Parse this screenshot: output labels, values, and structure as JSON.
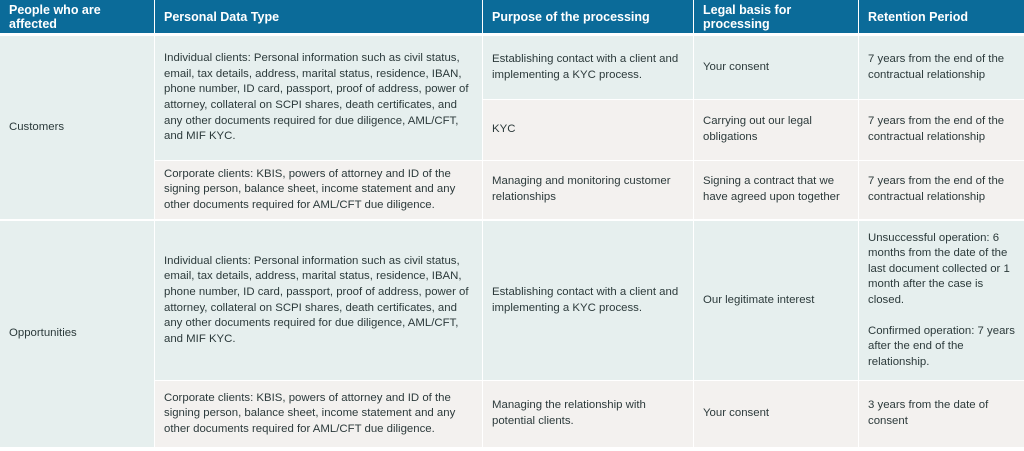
{
  "header": {
    "people": "People who are affected",
    "data_type": "Personal Data Type",
    "purpose": "Purpose of the processing",
    "legal": "Legal basis for processing",
    "retention": "Retention Period"
  },
  "groups": [
    {
      "name": "Customers",
      "data_types": [
        "Individual clients: Personal information such as civil status, email, tax details, address, marital status, residence, IBAN, phone number, ID card, passport, proof of address, power of attorney, collateral on SCPI shares, death certificates, and any other documents required for due diligence, AML/CFT, and MIF KYC.",
        "Corporate clients: KBIS, powers of attorney and ID of the signing person, balance sheet, income statement and any other documents required for AML/CFT due diligence."
      ],
      "rows": [
        {
          "purpose": "Establishing contact with a client and implementing a KYC process.",
          "legal": "Your consent",
          "retention": "7 years from the end of the contractual relationship"
        },
        {
          "purpose": "KYC",
          "legal": "Carrying out our legal obligations",
          "retention": "7 years from the end of the contractual relationship"
        },
        {
          "purpose": "Managing and monitoring customer relationships",
          "legal": "Signing a contract that we have agreed upon together",
          "retention": "7 years from the end of the contractual relationship"
        }
      ]
    },
    {
      "name": "Opportunities",
      "rows": [
        {
          "data_type": "Individual clients: Personal information such as civil status, email, tax details, address, marital status, residence, IBAN, phone number, ID card, passport, proof of address, power of attorney, collateral on SCPI shares, death certificates, and any other documents required for due diligence, AML/CFT, and MIF KYC.",
          "purpose": "Establishing contact with a client and implementing a KYC process.",
          "legal": "Our legitimate interest",
          "retention_a": "Unsuccessful operation: 6 months from the date of the last document collected or 1 month after the case is closed.",
          "retention_b": "Confirmed operation: 7 years after the end of the relationship."
        },
        {
          "data_type": "Corporate clients: KBIS, powers of attorney and ID of the signing person, balance sheet, income statement and any other documents required for AML/CFT due diligence.",
          "purpose": "Managing the relationship with potential clients.",
          "legal": "Your consent",
          "retention": "3 years from the date of consent"
        }
      ]
    }
  ],
  "colors": {
    "header_bg": "#0b6b99",
    "teal_cell": "#e6efee",
    "sand_cell": "#f3f1ef",
    "text": "#2c3a3b"
  }
}
